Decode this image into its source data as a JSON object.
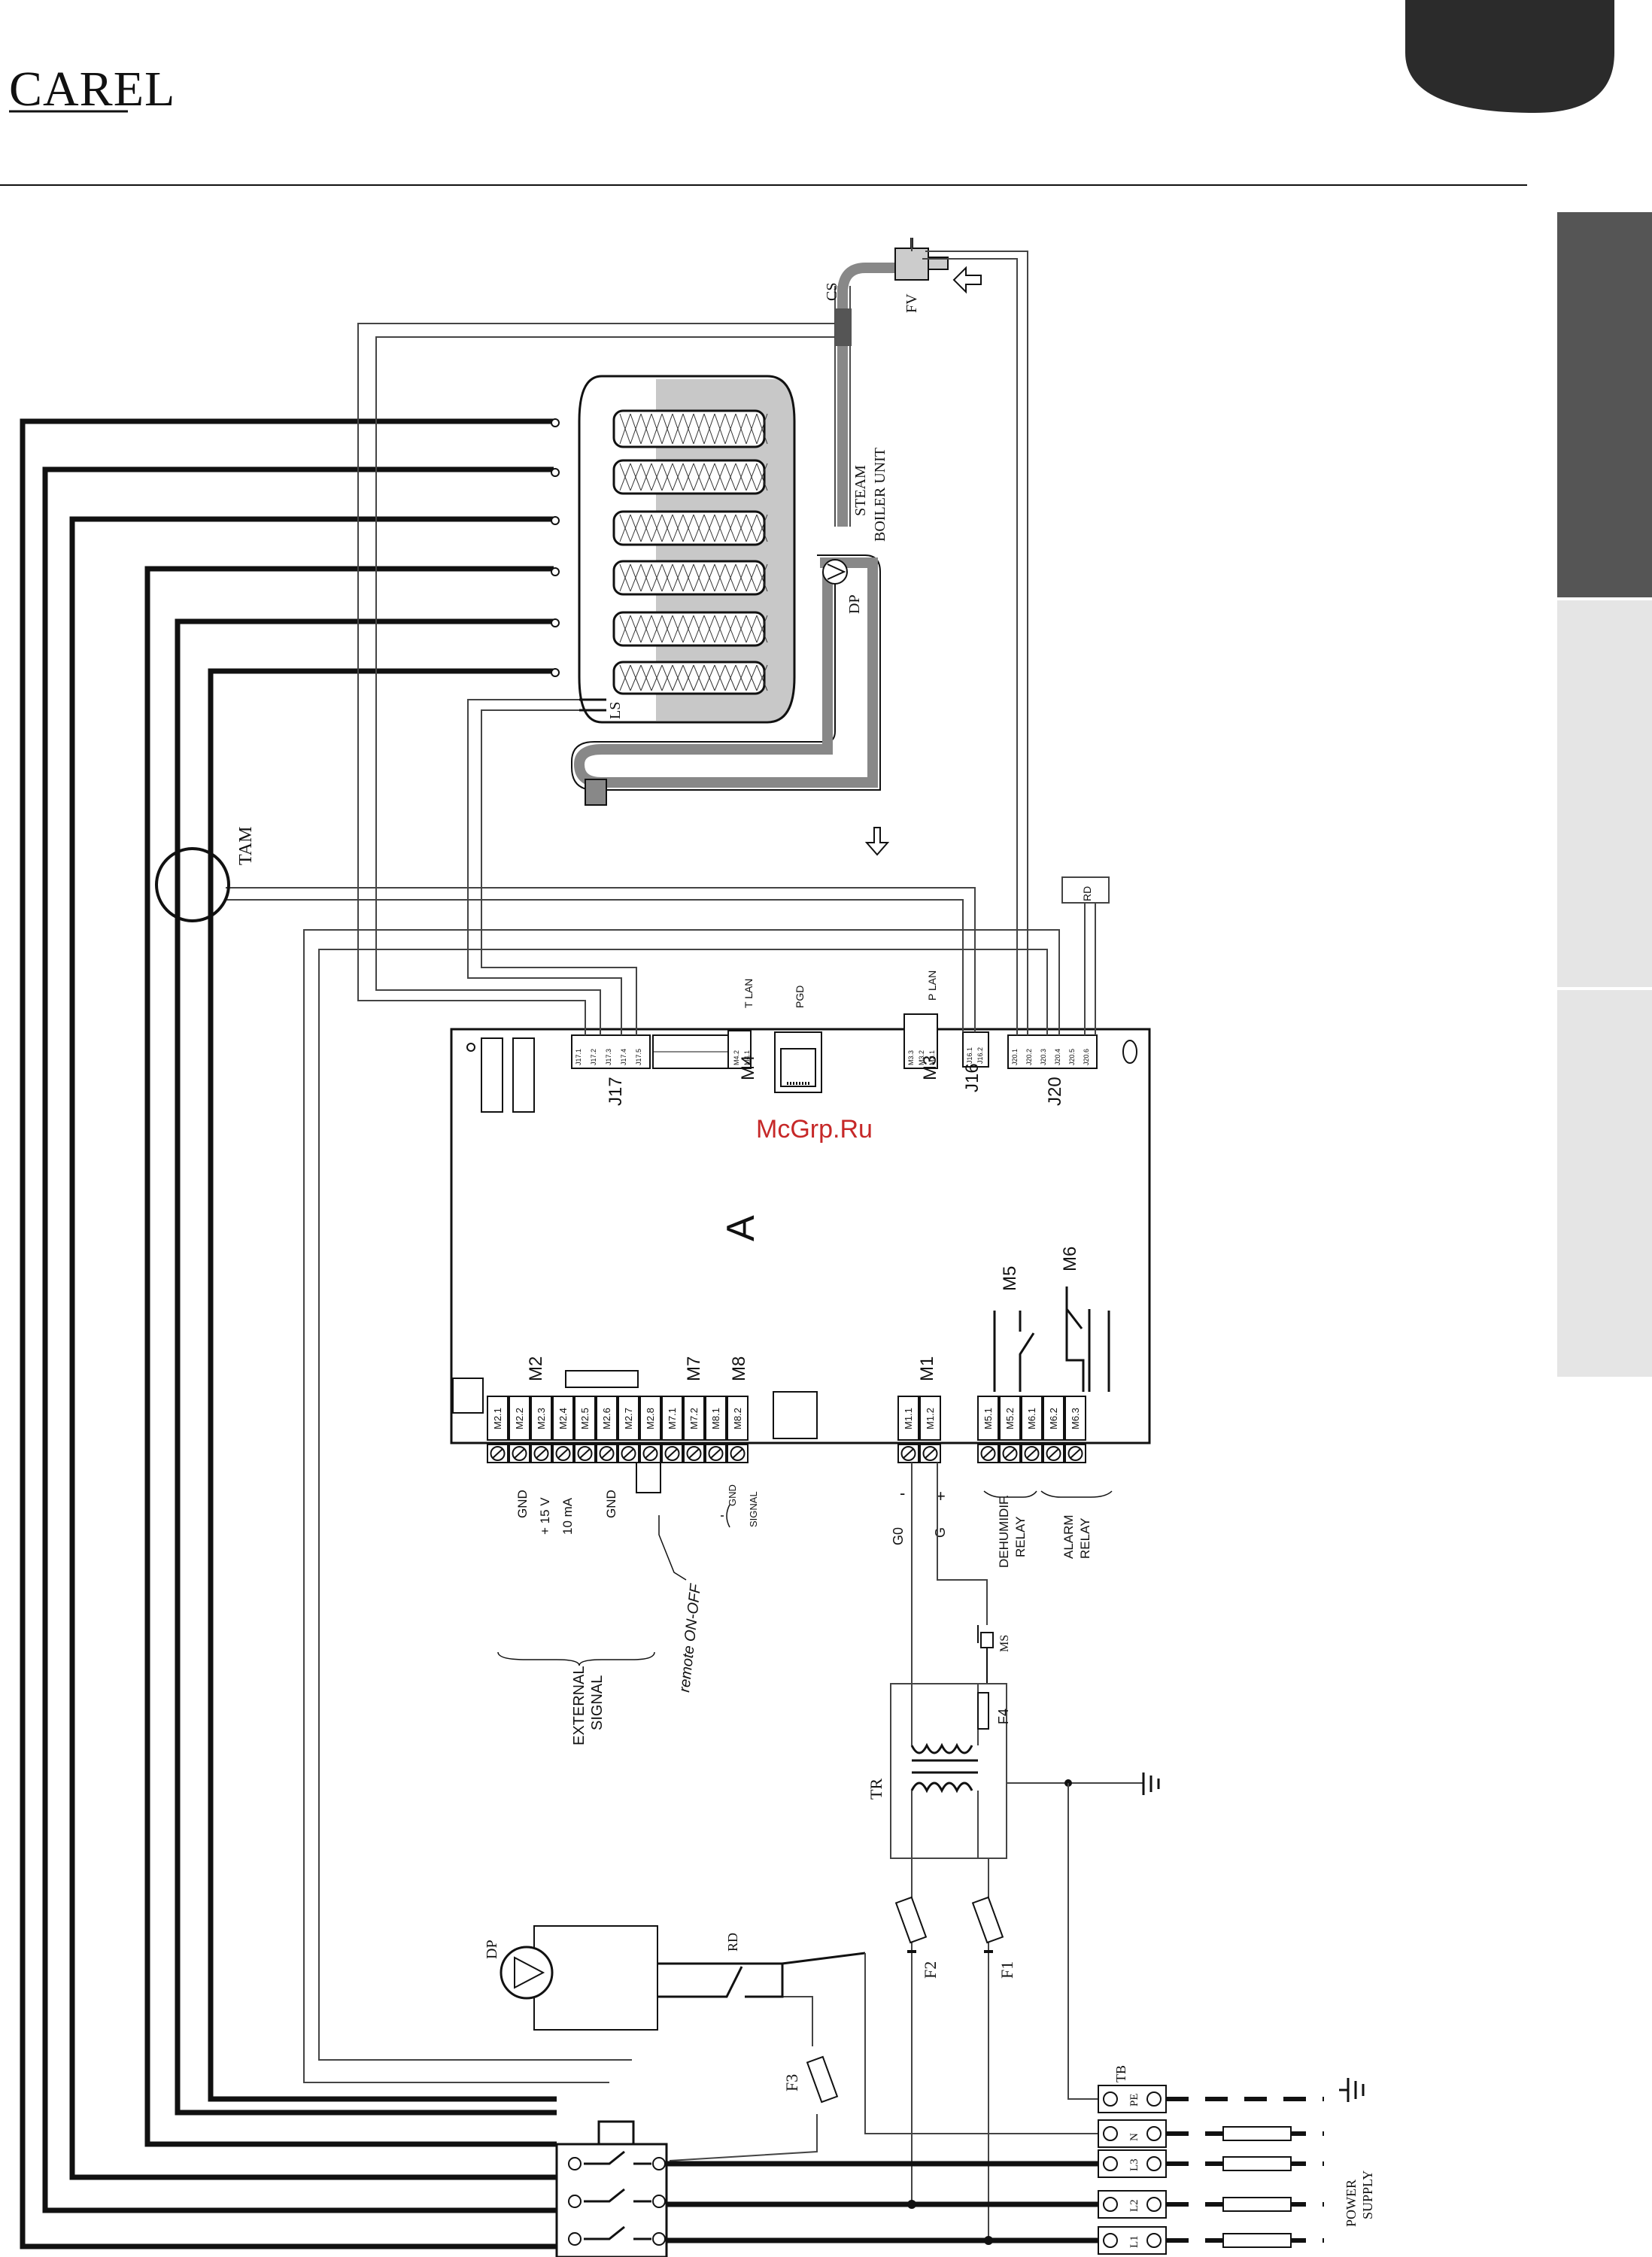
{
  "header": {
    "brand": "CAREL"
  },
  "watermark": "McGrp.Ru",
  "board": {
    "name": "A",
    "connectors": {
      "J17": "J17",
      "M4": "M4",
      "M3": "M3",
      "J16": "J16",
      "J20": "J20",
      "M2": "M2",
      "M7": "M7",
      "M8": "M8",
      "M1": "M1",
      "M5": "M5",
      "M6": "M6",
      "T_LAN": "T LAN",
      "PGD": "PGD",
      "P_LAN": "P LAN"
    },
    "j17_pins": [
      "J17.1",
      "J17.2",
      "J17.3",
      "J17.4",
      "J17.5"
    ],
    "j20_pins": [
      "J20.1",
      "J20.2",
      "J20.3",
      "J20.4",
      "J20.5",
      "J20.6"
    ],
    "m4_pins": [
      "M4.2",
      "M4.1"
    ],
    "m3_pins": [
      "M3.3",
      "M3.2",
      "M3.1"
    ],
    "j16_pins": [
      "J16.1",
      "J16.2"
    ],
    "terminals_left": [
      "M2.1",
      "M2.2",
      "M2.3",
      "M2.4",
      "M2.5",
      "M2.6",
      "M2.7",
      "M2.8",
      "M7.1",
      "M7.2",
      "M8.1",
      "M8.2"
    ],
    "terminals_m1": [
      "M1.1",
      "M1.2"
    ],
    "terminals_relay": [
      "M5.1",
      "M5.2",
      "M6.1",
      "M6.2",
      "M6.3"
    ]
  },
  "terminal_labels": {
    "gnd1": "GND",
    "v15": "+ 15 V",
    "ma10": "10 mA",
    "gnd2": "GND",
    "gnd3": "GND",
    "signal": "SIGNAL",
    "g0": "G0",
    "g": "G",
    "minus": "-",
    "plus": "+",
    "external_signal": [
      "EXTERNAL",
      "SIGNAL"
    ],
    "remote": "remote ON-OFF",
    "dehum_relay": [
      "DEHUMIDIF.",
      "RELAY"
    ],
    "alarm_relay": [
      "ALARM",
      "RELAY"
    ]
  },
  "components": {
    "cs": "CS",
    "fv": "FV",
    "steam_boiler": [
      "STEAM",
      "BOILER UNIT"
    ],
    "dp": "DP",
    "ls": "LS",
    "tam": "TAM",
    "rd": "RD",
    "tr": "TR",
    "f1": "F1",
    "f2": "F2",
    "f3": "F3",
    "f4": "F4",
    "ms": "MS",
    "tb": "TB"
  },
  "power_terminals": [
    "PE",
    "N",
    "L3",
    "L2",
    "L1"
  ],
  "power_supply": [
    "POWER",
    "SUPPLY"
  ]
}
